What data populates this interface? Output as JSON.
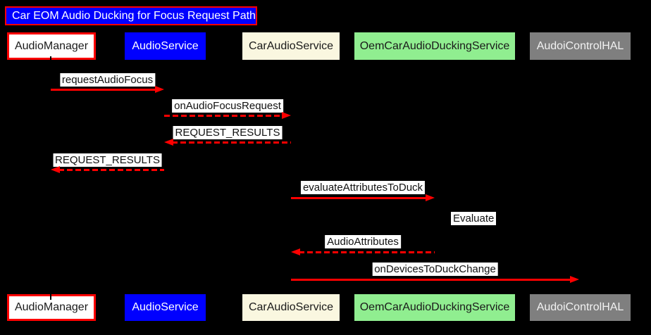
{
  "title": {
    "text": "Car EOM Audio Ducking for Focus Request Path",
    "bg": "#0000FF",
    "border": "#FF0000",
    "text_color": "#FFFFFF"
  },
  "participants": [
    {
      "id": "AudioManager",
      "label": "AudioManager",
      "fill": "#FFFFFF",
      "text_color": "#1A1A1A",
      "border": "#FF0000"
    },
    {
      "id": "AudioService",
      "label": "AudioService",
      "fill": "#0000FF",
      "text_color": "#FFFFFF",
      "border": ""
    },
    {
      "id": "CarAudioService",
      "label": "CarAudioService",
      "fill": "#FAF7E0",
      "text_color": "#1A1A1A",
      "border": ""
    },
    {
      "id": "OemCarAudioDuckingService",
      "label": "OemCarAudioDuckingService",
      "fill": "#90EE90",
      "text_color": "#1A1A1A",
      "border": ""
    },
    {
      "id": "AudoiControlHAL",
      "label": "AudoiControlHAL",
      "fill": "#7F7F7F",
      "text_color": "#F2F2F2",
      "border": ""
    }
  ],
  "messages": [
    {
      "label": "requestAudioFocus",
      "from": "AudioManager",
      "to": "AudioService",
      "line": "solid"
    },
    {
      "label": "onAudioFocusRequest",
      "from": "AudioService",
      "to": "CarAudioService",
      "line": "dashed"
    },
    {
      "label": "REQUEST_RESULTS",
      "from": "CarAudioService",
      "to": "AudioService",
      "line": "dashed"
    },
    {
      "label": "REQUEST_RESULTS",
      "from": "AudioService",
      "to": "AudioManager",
      "line": "dashed"
    },
    {
      "label": "evaluateAttributesToDuck",
      "from": "CarAudioService",
      "to": "OemCarAudioDuckingService",
      "line": "solid"
    },
    {
      "label": "Evaluate",
      "from": "OemCarAudioDuckingService",
      "to": "OemCarAudioDuckingService",
      "line": "self"
    },
    {
      "label": "AudioAttributes",
      "from": "OemCarAudioDuckingService",
      "to": "CarAudioService",
      "line": "dashed"
    },
    {
      "label": "onDevicesToDuckChange",
      "from": "CarAudioService",
      "to": "AudoiControlHAL",
      "line": "solid"
    }
  ],
  "colors": {
    "background": "#000000",
    "arrow": "#FF0000",
    "label_bg": "#FFFFFF",
    "label_text": "#111111",
    "lifeline": "#000000"
  }
}
